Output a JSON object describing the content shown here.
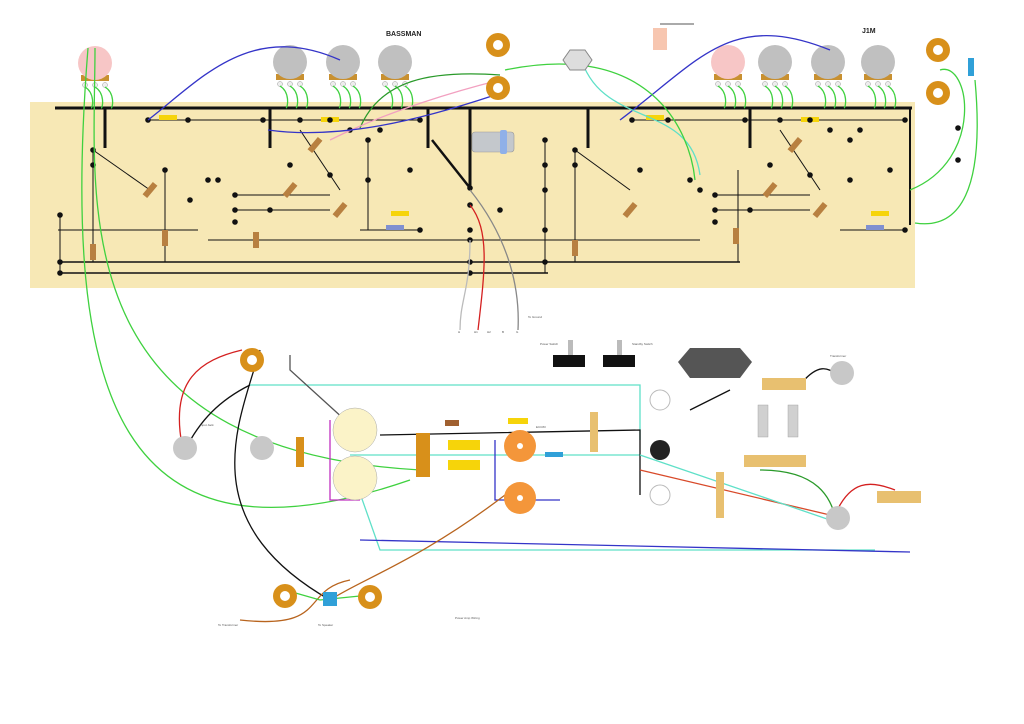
{
  "diagram": {
    "board_sections": [
      {
        "name": "bassman",
        "label": "BASSMAN"
      },
      {
        "name": "j1m",
        "label": "J1M"
      }
    ],
    "labels": {
      "output_caption": "To Transformer",
      "speaker_caption": "To Speaker",
      "footer_caption": "Power Amp Wiring",
      "transformer_caption": "Transformer",
      "power_switch": "Power Switch",
      "standby_switch": "Standby Switch",
      "tube_label": "ECC83",
      "ground_caption": "To Ground",
      "jack_caption": "Input Jack",
      "board_leads": [
        "H",
        "H1",
        "H2",
        "B",
        "G"
      ]
    },
    "colors": {
      "board": "#f7e8b5",
      "pot_grey": "#c0c0c0",
      "pot_pink": "#f7c6c6",
      "jack_orange": "#d8901a",
      "tube_socket": "#f4963a",
      "wire_green": "#3fd13f",
      "wire_blue": "#3434c8",
      "wire_black": "#111111",
      "wire_red": "#d42020",
      "wire_cyan": "#5fe0c8",
      "wire_pink": "#f2a0c0",
      "wire_brown": "#b8641e",
      "wire_grey": "#888888",
      "cap_yellow": "#f6d40a",
      "terminal_strip": "#e8c070"
    }
  }
}
